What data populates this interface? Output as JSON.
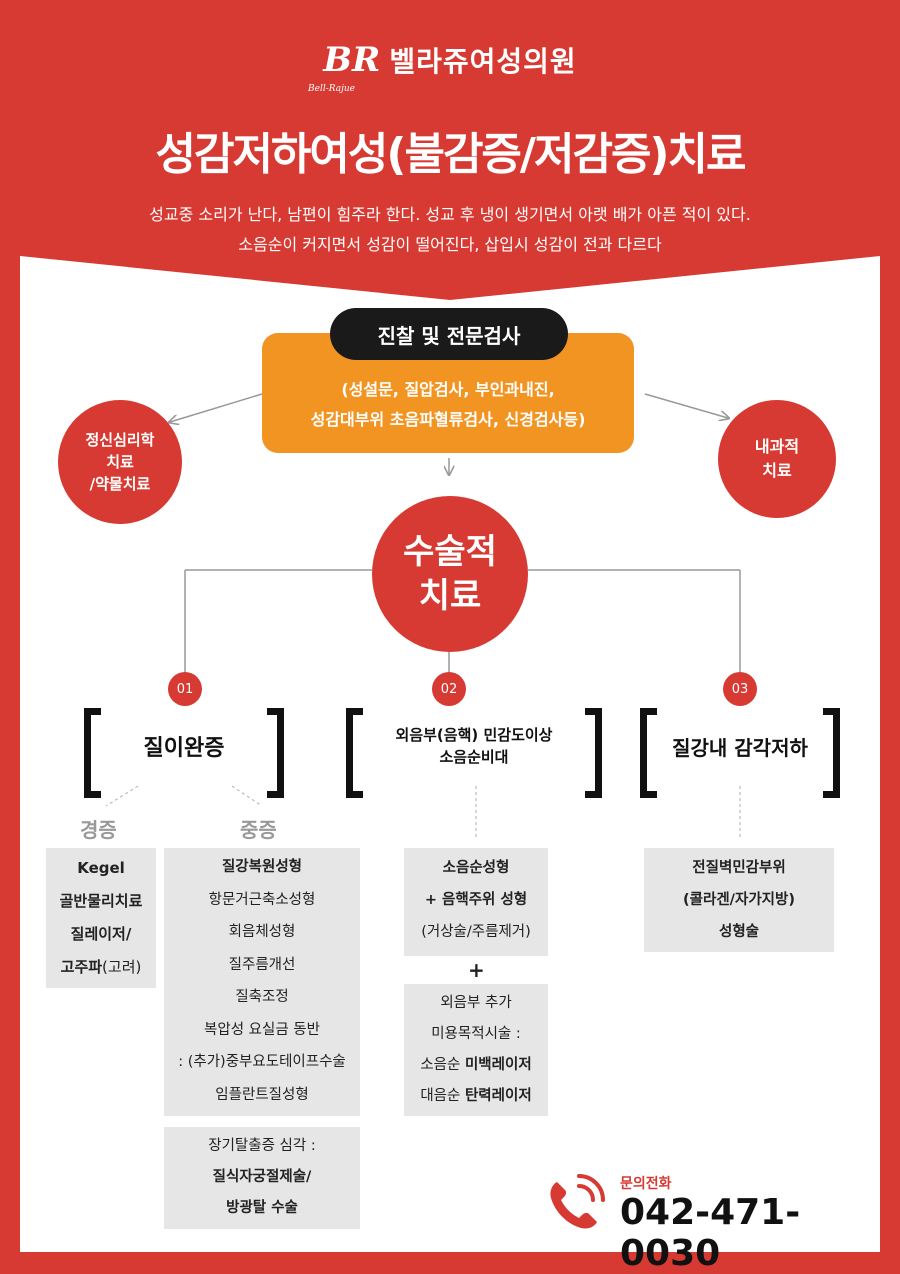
{
  "logo": {
    "mark": "BR",
    "name": "벨라쥬여성의원",
    "sub": "Bell-Rajue"
  },
  "title": "성감저하여성(불감증/저감증)치료",
  "subtitle": {
    "line1": "성교중 소리가 난다, 남편이 힘주라 한다. 성교 후 냉이 생기면서 아랫 배가 아픈 적이 있다.",
    "line2": "소음순이 커지면서 성감이 떨어진다, 삽입시 성감이 전과 다르다"
  },
  "exam": {
    "label": "진찰 및 전문검사",
    "line1": "(성설문, 질압검사, 부인과내진,",
    "line2": "성감대부위 초음파혈류검사, 신경검사등)"
  },
  "left_circle": {
    "line1": "정신심리학",
    "line2": "치료",
    "line3": "/약물치료"
  },
  "right_circle": {
    "line1": "내과적",
    "line2": "치료"
  },
  "surgery": {
    "line1": "수술적",
    "line2": "치료"
  },
  "branches": [
    {
      "num": "01",
      "label": "질이완증"
    },
    {
      "num": "02",
      "line1": "외음부(음핵) 민감도이상",
      "line2": "소음순비대"
    },
    {
      "num": "03",
      "label": "질강내 감각저하"
    }
  ],
  "severity": {
    "mild": "경증",
    "severe": "중증"
  },
  "mild_box": [
    "Kegel",
    "골반물리치료",
    "질레이저/"
  ],
  "mild_box_last": {
    "bold": "고주파",
    "normal": "(고려)"
  },
  "severe_box": {
    "title": "질강복원성형",
    "items": [
      "항문거근축소성형",
      "회음체성형",
      "질주름개선",
      "질축조정",
      "복압성 요실금 동반",
      ": (추가)중부요도테이프수술",
      "임플란트질성형"
    ]
  },
  "prolapse_box": {
    "line1": "장기탈출증 심각 :",
    "line2": "질식자궁절제술/",
    "line3": "방광탈 수술"
  },
  "labia_box": {
    "line1": "소음순성형",
    "line2": "+ 음핵주위 성형",
    "line3": "(거상술/주름제거)"
  },
  "plus": "+",
  "vulva_box": {
    "line1": "외음부 추가",
    "line2": "미용목적시술 :",
    "line3_normal": "소음순 ",
    "line3_bold": "미백레이저",
    "line4_normal": "대음순 ",
    "line4_bold": "탄력레이저"
  },
  "gspot_box": {
    "line1": "전질벽민감부위",
    "line2": "(콜라겐/자가지방)",
    "line3": "성형술"
  },
  "contact": {
    "label": "문의전화",
    "phone": "042-471-0030"
  },
  "colors": {
    "red": "#d63a32",
    "orange": "#f29422",
    "dark": "#1a1a1a",
    "grey_box": "#e6e6e6"
  }
}
